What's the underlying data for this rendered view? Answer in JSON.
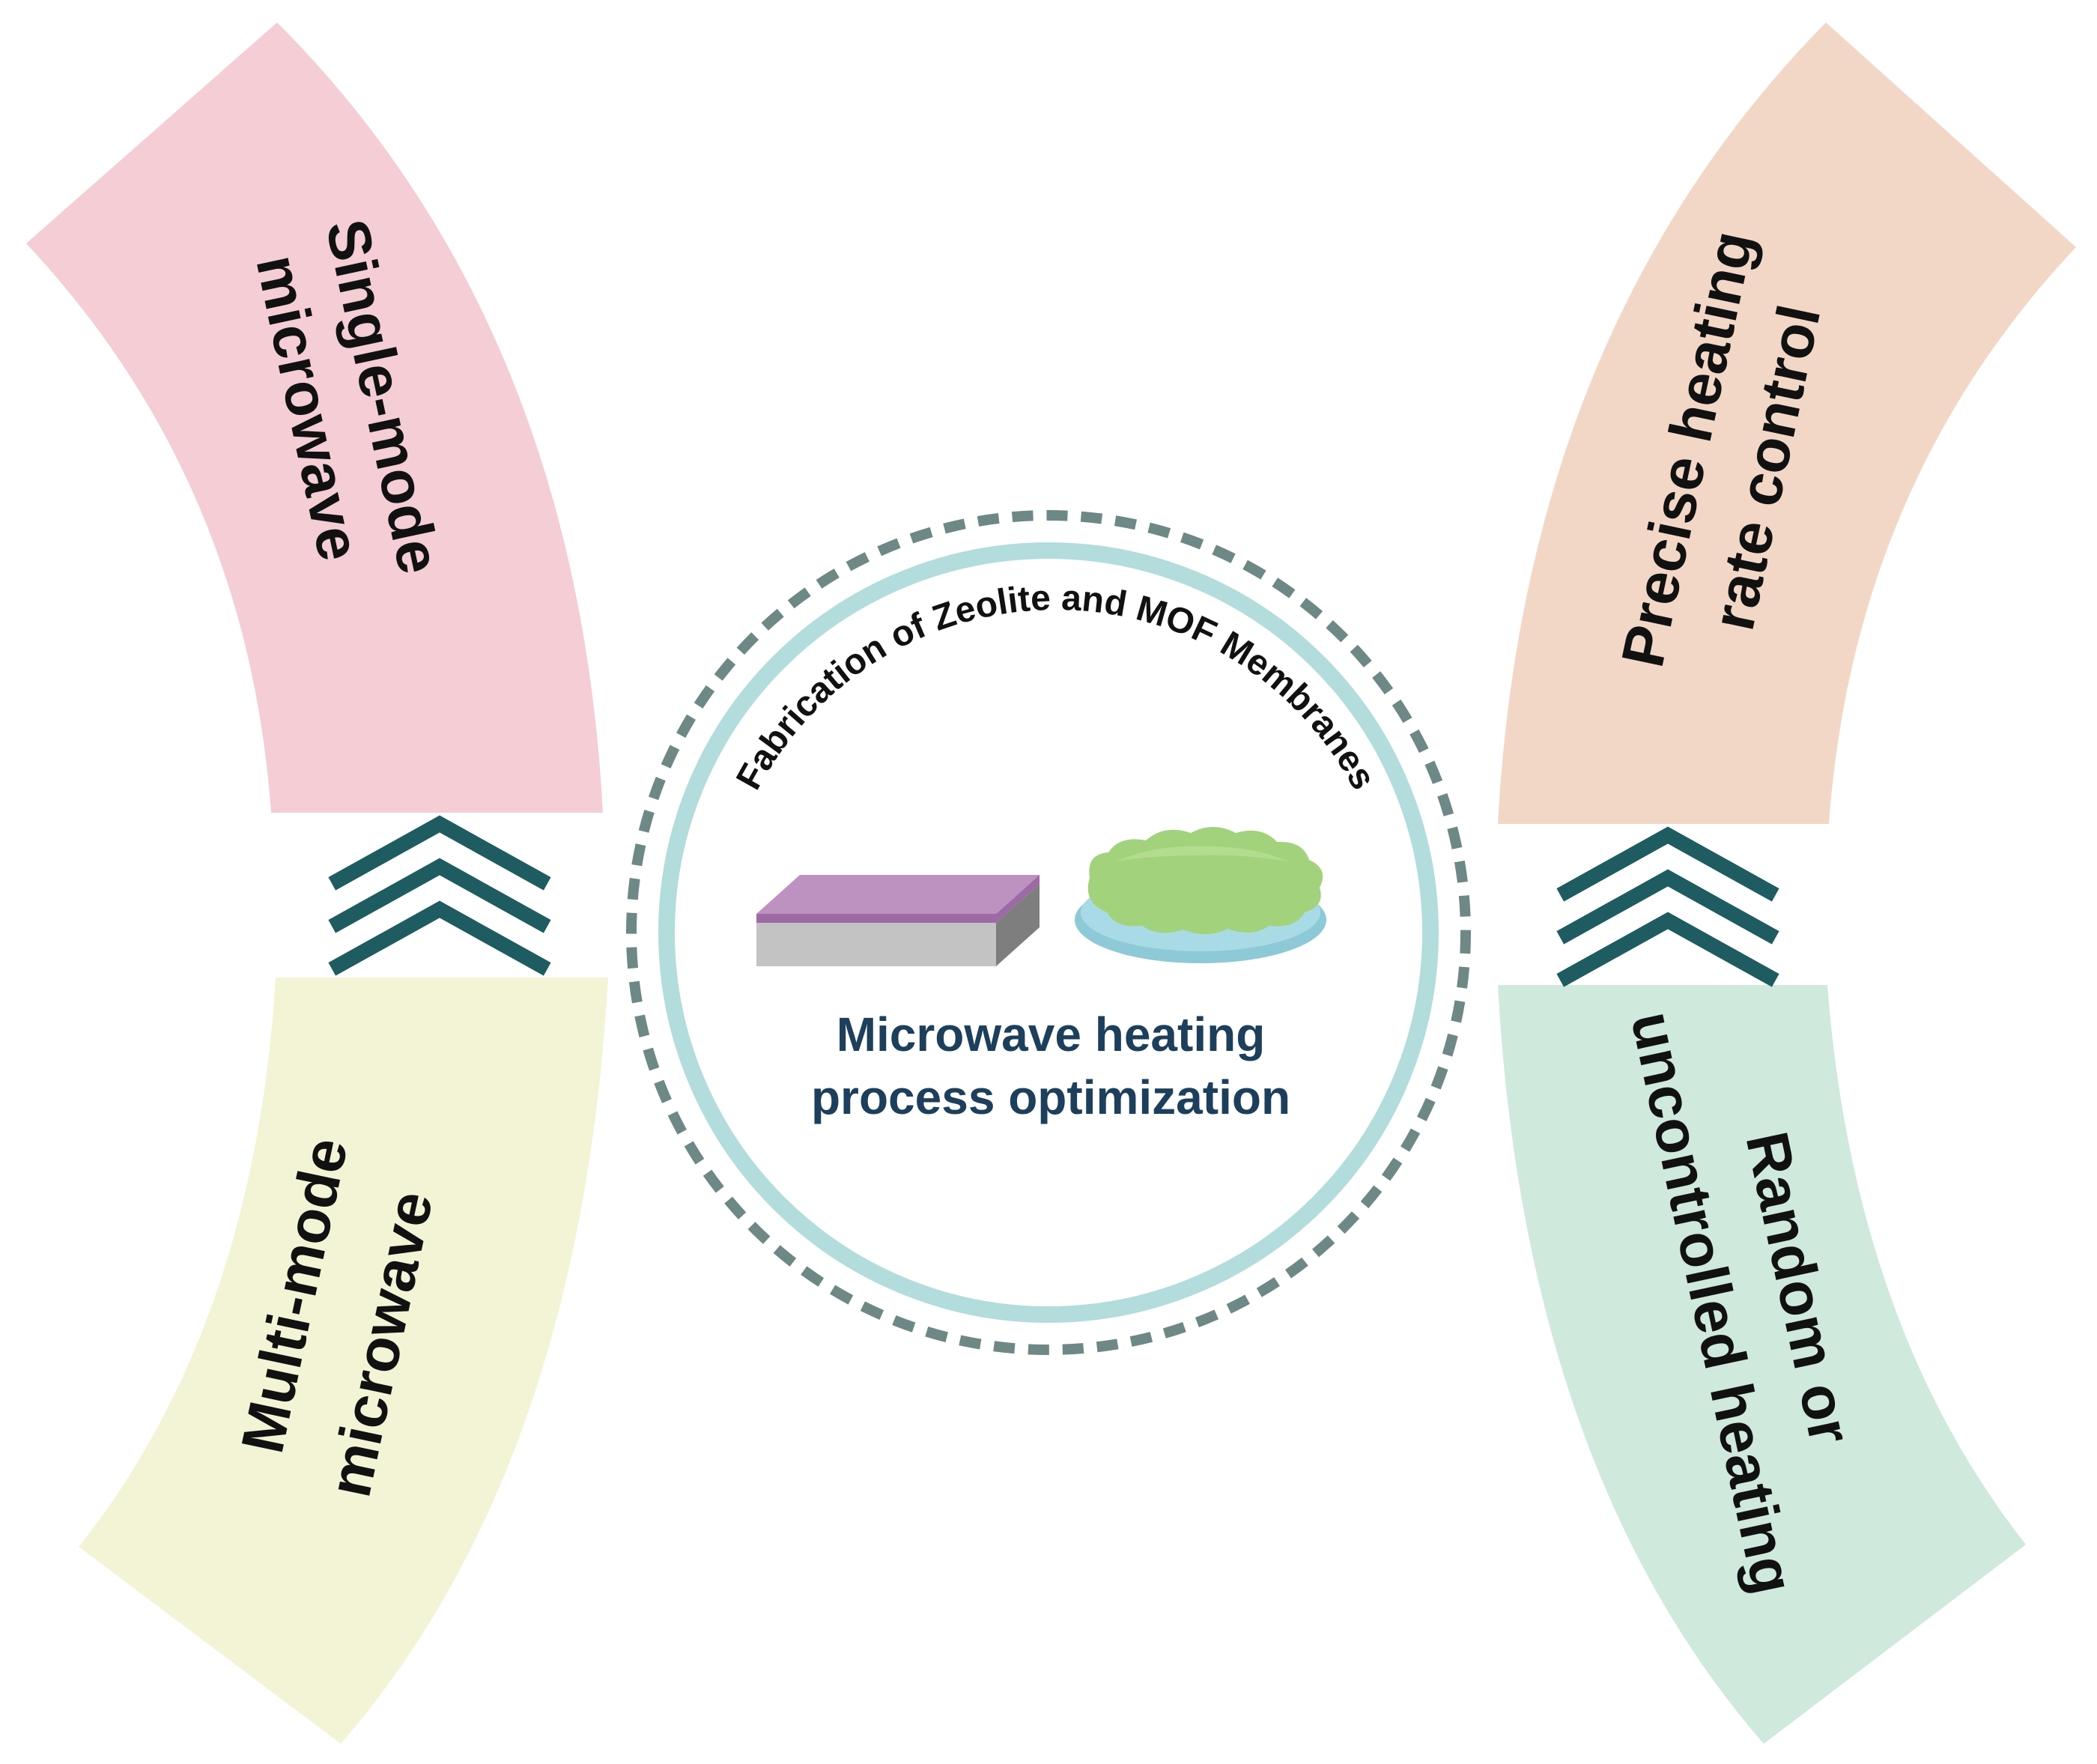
{
  "colors": {
    "top_left_band": "#f4cdd5",
    "bottom_left_band": "#f3f4d6",
    "top_right_band": "#f2d7c7",
    "bottom_right_band": "#cfe9dd",
    "chevron": "#1f5c62",
    "inner_ring": "#b3dcdc",
    "outer_dashed_ring": "#6e8886",
    "center_text": "#1d3f5c",
    "zeolite_top": "#bd92c1",
    "zeolite_edge": "#9d6aa5",
    "substrate_front": "#c3c3c3",
    "substrate_side": "#7e7e7e",
    "mof_crystal": "#a3d27c",
    "mof_base": "#8ec9d8"
  },
  "icons": {
    "zeolite_membrane": "zeolite-membrane-block-icon",
    "mof_membrane": "mof-membrane-disc-icon",
    "left_chevrons": "triple-chevron-up-icon",
    "right_chevrons": "triple-chevron-up-icon"
  },
  "bands": {
    "top_left": {
      "line1": "Single-mode",
      "line2": "microwave"
    },
    "bottom_left": {
      "line1": "Multi-mode",
      "line2": "microwave"
    },
    "top_right": {
      "line1": "Precise heating",
      "line2": "rate control"
    },
    "bottom_right": {
      "line1": "Random or",
      "line2": "uncontrolled heating"
    }
  },
  "center": {
    "arc_title": "Fabrication of Zeolite and MOF Membranes",
    "line1": "Microwave heating",
    "line2": "process optimization"
  }
}
